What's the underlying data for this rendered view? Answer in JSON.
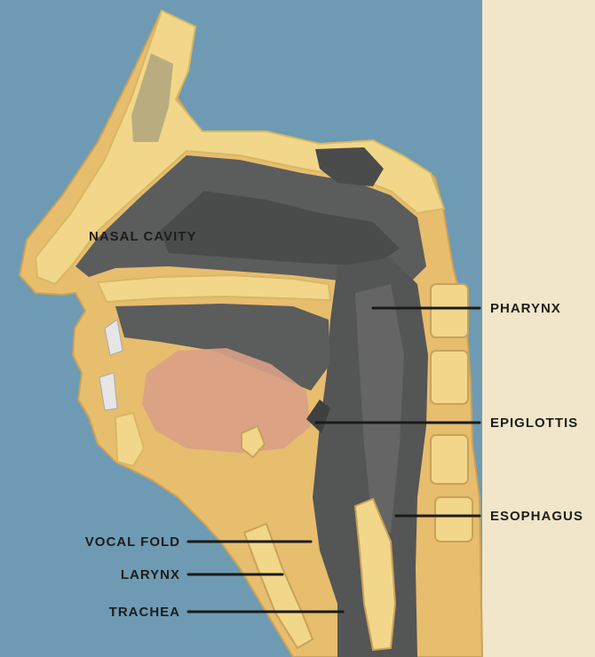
{
  "colors": {
    "background": "#6e9bb3",
    "page_edge": "#f1e6c9",
    "bone": "#f2d78a",
    "bone_marrow": "#b9b064",
    "cavity": "#5b5c5c",
    "tissue": "#e7bd6e",
    "tongue": "#d9a086",
    "label_text": "#1c1c1c"
  },
  "labels": {
    "nasal_cavity": "NASAL CAVITY",
    "pharynx": "PHARYNX",
    "epiglottis": "EPIGLOTTIS",
    "esophagus": "ESOPHAGUS",
    "vocal_fold": "VOCAL FOLD",
    "larynx": "LARYNX",
    "trachea": "TRACHEA"
  }
}
